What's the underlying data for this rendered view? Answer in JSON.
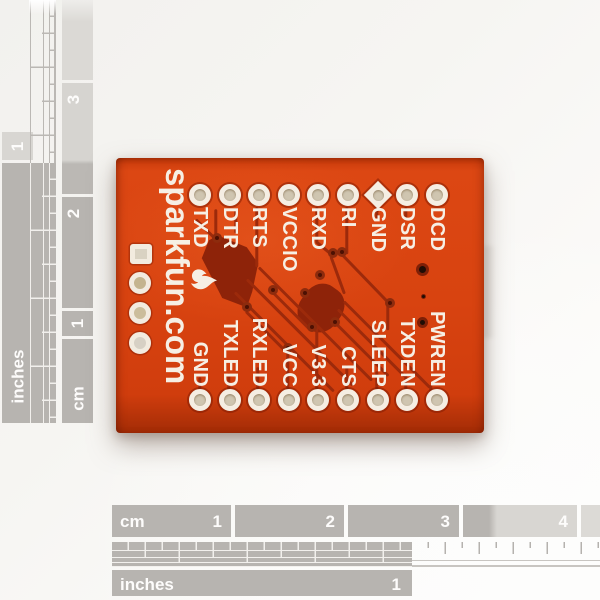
{
  "board": {
    "brand": "sparkfun.com",
    "logo_icon": "sparkfun-flame",
    "top_pins": [
      "TXD",
      "DTR",
      "RTS",
      "VCCIO",
      "RXD",
      "RI",
      "GND",
      "DSR",
      "DCD"
    ],
    "bottom_pins": [
      "GND",
      "TXLED",
      "RXLED",
      "VCC",
      "V3.3",
      "CTS",
      "SLEEP",
      "TXDEN",
      "PWREN"
    ],
    "colors": {
      "pcb_red": "#d84310",
      "pcb_edge_dark": "#a32c06",
      "copper_pour": "#8e2309",
      "trace": "#9c2a0b",
      "silkscreen": "#f6efe4",
      "pad_ring": "#f5eee3",
      "hole_fill": "#cfc5b0"
    }
  },
  "rulers": {
    "left": {
      "inches_label": "inches",
      "inches_marks": [
        "1"
      ],
      "cm_label": "cm",
      "cm_marks": [
        "3",
        "2",
        "1"
      ]
    },
    "bottom": {
      "cm_label": "cm",
      "cm_marks": [
        "1",
        "2",
        "3",
        "4"
      ],
      "inches_label": "inches",
      "inches_marks": [
        "1"
      ]
    },
    "colors": {
      "gray": "#b7b4b0",
      "light_gray": "#d8d6d2",
      "text": "#fdfcfb"
    }
  }
}
